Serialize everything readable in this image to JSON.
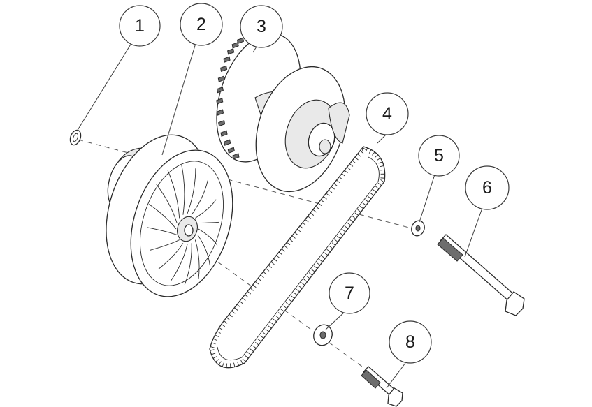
{
  "callouts": [
    {
      "id": "1",
      "label": "1"
    },
    {
      "id": "2",
      "label": "2"
    },
    {
      "id": "3",
      "label": "3"
    },
    {
      "id": "4",
      "label": "4"
    },
    {
      "id": "5",
      "label": "5"
    },
    {
      "id": "6",
      "label": "6"
    },
    {
      "id": "7",
      "label": "7"
    },
    {
      "id": "8",
      "label": "8"
    }
  ],
  "colors": {
    "line": "#2a2a2a",
    "fill": "#ffffff",
    "shade": "#e9e9e9",
    "dark": "#6d6d6d"
  }
}
